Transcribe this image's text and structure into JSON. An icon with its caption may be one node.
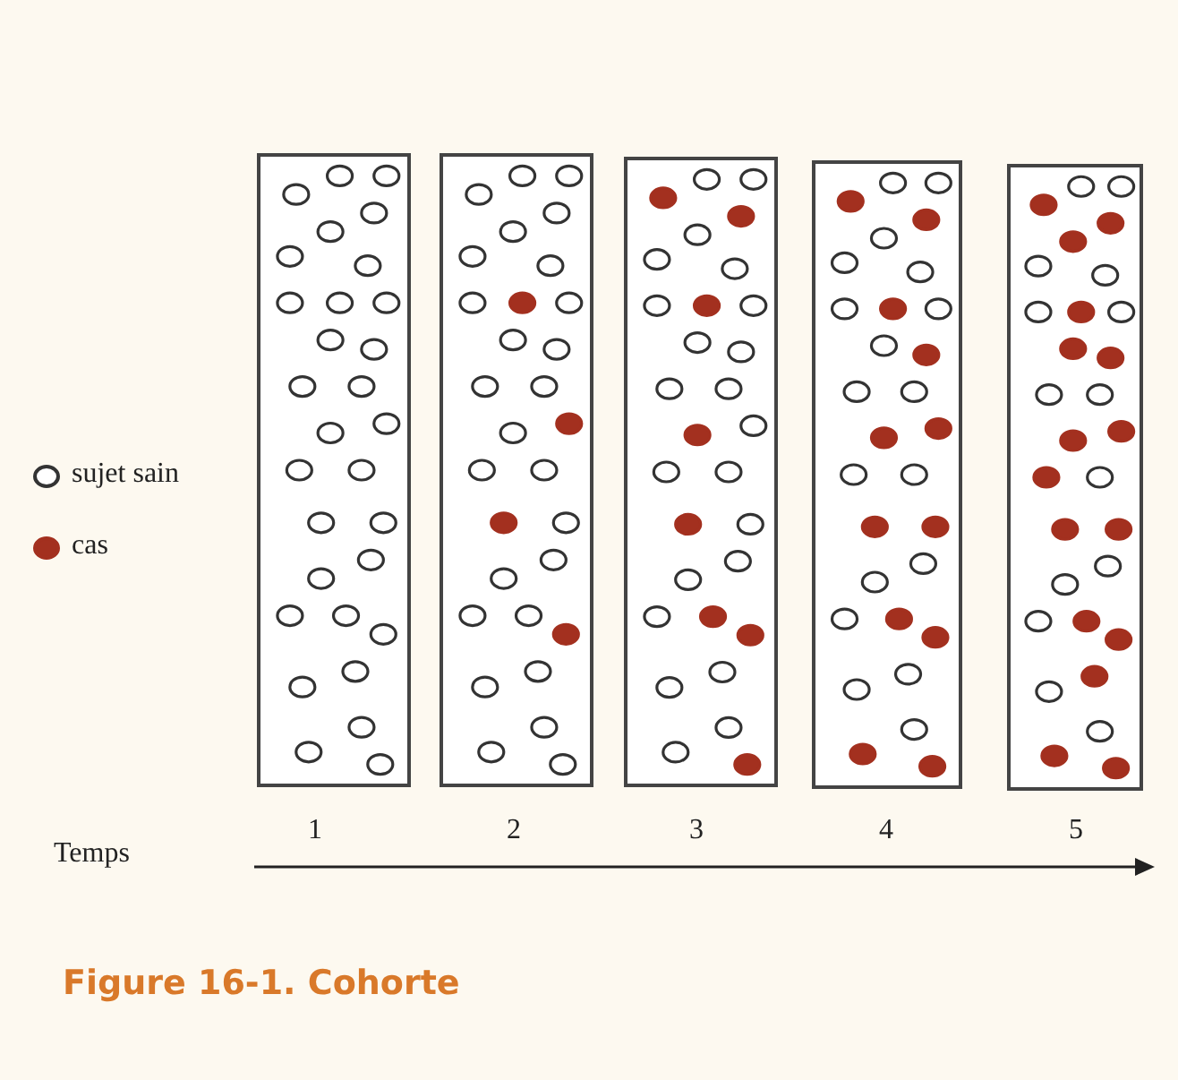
{
  "diagram": {
    "caption": "Figure 16-1. Cohorte",
    "labels": [
      "Temps",
      "1",
      "2",
      "3",
      "4",
      "5"
    ],
    "legend": [
      {
        "text": "sujet sain"
      },
      {
        "text": "cas",
        "color": "#a3301f"
      }
    ]
  }
}
